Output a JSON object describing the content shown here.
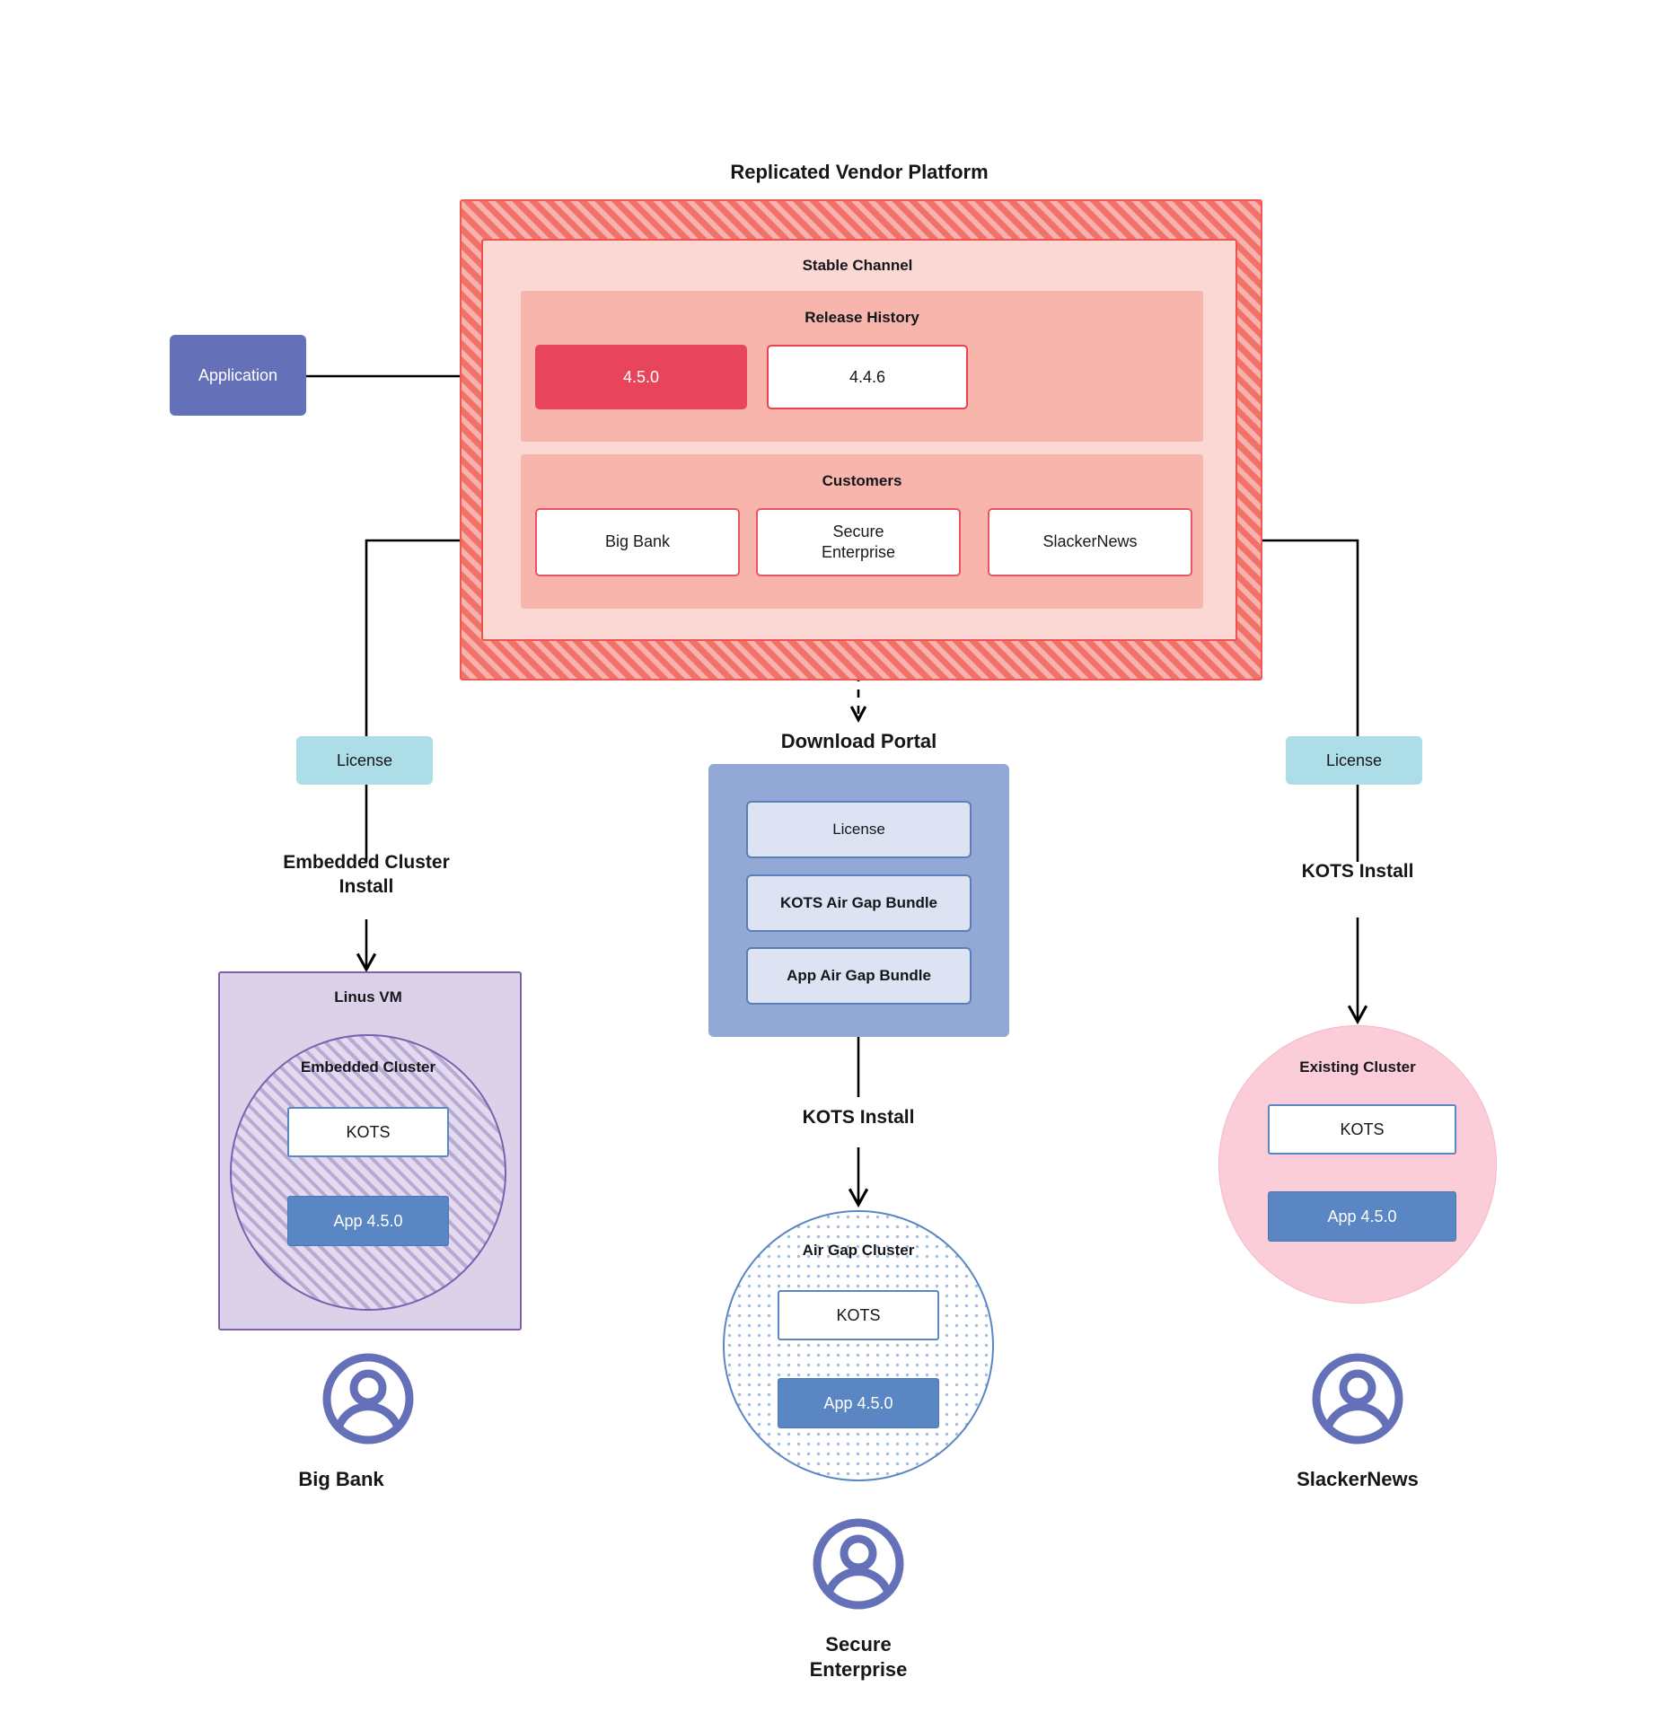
{
  "diagram": {
    "title": "Replicated Vendor Platform",
    "platform": {
      "label": "Replicated Vendor Platform",
      "stable_channel": {
        "label": "Stable Channel",
        "release_history": {
          "label": "Release History",
          "releases": [
            {
              "version": "4.5.0",
              "state": "active"
            },
            {
              "version": "4.4.6",
              "state": "inactive"
            }
          ]
        },
        "customers": {
          "label": "Customers",
          "items": [
            {
              "name": "Big Bank"
            },
            {
              "name": "Secure\nEnterprise"
            },
            {
              "name": "SlackerNews"
            }
          ]
        }
      }
    },
    "application": {
      "label": "Application"
    },
    "licenses": {
      "left_label": "License",
      "right_label": "License"
    },
    "edge_labels": {
      "embedded_cluster_install": "Embedded Cluster\nInstall",
      "kots_install_center": "KOTS Install",
      "kots_install_right": "KOTS Install"
    },
    "download_portal": {
      "title": "Download  Portal",
      "items": [
        {
          "label": "License"
        },
        {
          "label": "KOTS Air Gap Bundle"
        },
        {
          "label": "App Air Gap Bundle"
        }
      ]
    },
    "left_stack": {
      "vm_label": "Linus VM",
      "cluster_label": "Embedded Cluster",
      "kots_label": "KOTS",
      "app_label": "App 4.5.0",
      "persona": "Big Bank",
      "persona_icon": "user-avatar-icon"
    },
    "center_stack": {
      "cluster_label": "Air Gap Cluster",
      "kots_label": "KOTS",
      "app_label": "App 4.5.0",
      "persona": "Secure\nEnterprise",
      "persona_icon": "user-avatar-icon"
    },
    "right_stack": {
      "cluster_label": "Existing Cluster",
      "kots_label": "KOTS",
      "app_label": "App 4.5.0",
      "persona": "SlackerNews",
      "persona_icon": "user-avatar-icon"
    },
    "colors": {
      "platform_hatch": "#f2726a",
      "stable_channel": "#fbd8d3",
      "release_history": "#f7b5ac",
      "release_active": "#e8455c",
      "customer_border": "#ec5463",
      "application": "#6471b8",
      "license_chip": "#addde6",
      "download_portal": "#92a9d6",
      "download_portal_item": "#dde3f3",
      "linux_vm": "#dbd2ea",
      "embedded_cluster_border": "#7e5fad",
      "airgap_border": "#5a86c4",
      "existing_cluster": "#fbcdd9",
      "app_box": "#5a86c4",
      "avatar": "#6471b8",
      "connector": "#000000"
    }
  }
}
